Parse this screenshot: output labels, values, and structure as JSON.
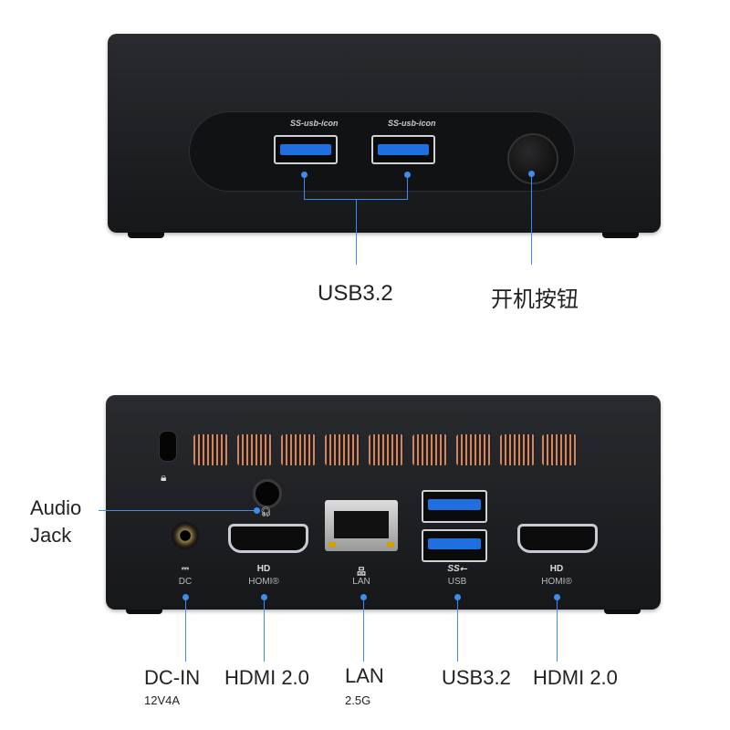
{
  "front": {
    "usb_label": "USB3.2",
    "power_label": "开机按钮",
    "usb_port_icon": "SS-usb-icon"
  },
  "rear": {
    "audio_label_line1": "Audio",
    "audio_label_line2": "Jack",
    "ports": [
      {
        "icon": "dc-icon",
        "icon_text": "⎓",
        "panel_text": "DC",
        "label": "DC-IN",
        "sublabel": "12V4A"
      },
      {
        "icon": "hd-icon",
        "icon_text": "HD",
        "panel_text": "HOMI®",
        "label": "HDMI 2.0",
        "sublabel": ""
      },
      {
        "icon": "network-icon",
        "icon_text": "品",
        "panel_text": "LAN",
        "label": "LAN",
        "sublabel": "2.5G"
      },
      {
        "icon": "ss-usb-icon",
        "icon_text": "SS⭠",
        "panel_text": "USB",
        "label": "USB3.2",
        "sublabel": ""
      },
      {
        "icon": "hd-icon",
        "icon_text": "HD",
        "panel_text": "HOMI®",
        "label": "HDMI 2.0",
        "sublabel": ""
      }
    ]
  },
  "colors": {
    "accent": "#3d8cf0",
    "usb_blue": "#1f6fe0",
    "body": "#1f2023"
  }
}
